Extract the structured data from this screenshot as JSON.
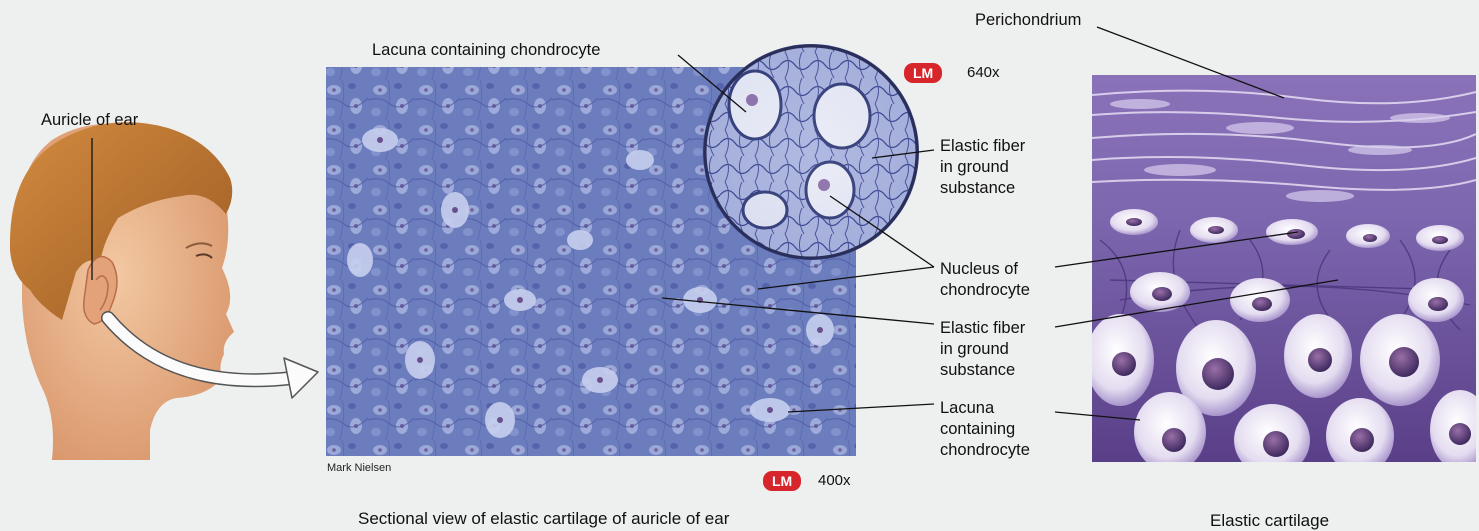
{
  "labels": {
    "auricle": "Auricle of ear",
    "lacuna_top": "Lacuna containing chondrocyte",
    "elastic_fiber_top": [
      "Elastic fiber",
      "in ground",
      "substance"
    ],
    "nucleus": [
      "Nucleus of",
      "chondrocyte"
    ],
    "elastic_fiber_mid": [
      "Elastic fiber",
      "in ground",
      "substance"
    ],
    "lacuna_bottom": [
      "Lacuna",
      "containing",
      "chondrocyte"
    ],
    "perichondrium": "Perichondrium"
  },
  "badges": {
    "lm_text": "LM",
    "mag_inset": "640x",
    "mag_main": "400x"
  },
  "credit": "Mark Nielsen",
  "captions": {
    "micrograph": "Sectional view of elastic cartilage of auricle of ear",
    "illustration": "Elastic cartilage"
  },
  "colors": {
    "lm_badge": "#d6262c",
    "tissue_blue": "#5e6fb4",
    "illustration_purple": "#6b4f9a",
    "skin": "#e9b48a",
    "hair": "#b9722e"
  }
}
